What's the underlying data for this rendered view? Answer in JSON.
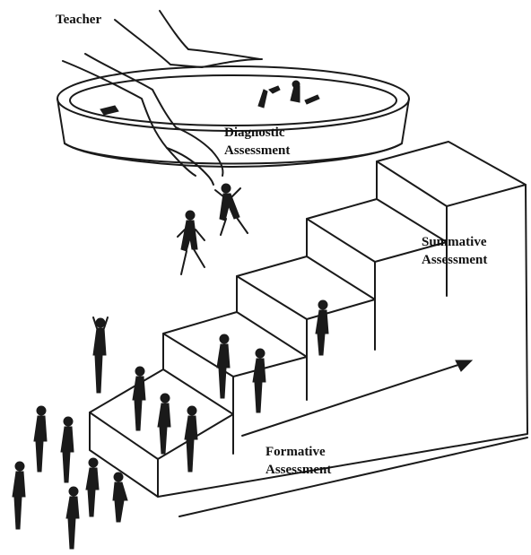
{
  "labels": {
    "teacher": "Teacher",
    "diagnostic": "Diagnostic",
    "diagnostic_sub": "Assessment",
    "summative": "Summative",
    "summative_sub": "Assessment",
    "formative": "Formative",
    "formative_sub": "Assessment"
  },
  "colors": {
    "ink": "#1a1a1a",
    "paper": "#ffffff"
  }
}
